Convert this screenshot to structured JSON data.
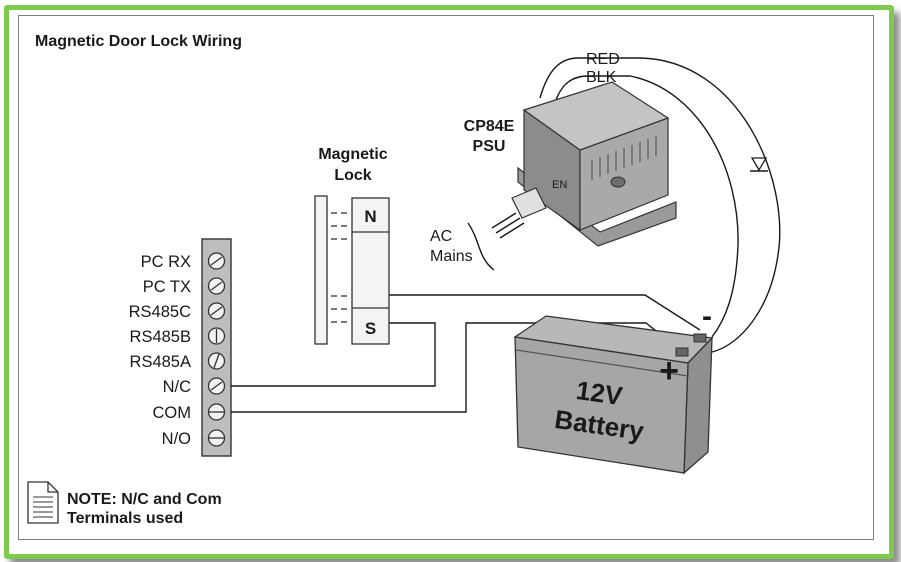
{
  "diagram": {
    "title": "Magnetic Door Lock Wiring",
    "terminals": [
      "PC RX",
      "PC TX",
      "RS485C",
      "RS485B",
      "RS485A",
      "N/C",
      "COM",
      "N/O"
    ],
    "lock": {
      "label_line1": "Magnetic",
      "label_line2": "Lock",
      "pin_n": "N",
      "pin_s": "S"
    },
    "psu": {
      "label_line1": "CP84E",
      "label_line2": "PSU",
      "wire_red": "RED",
      "wire_blk": "BLK",
      "marking": "EN",
      "ac_line1": "AC",
      "ac_line2": "Mains"
    },
    "battery": {
      "label_line1": "12V",
      "label_line2": "Battery",
      "negative": "-",
      "positive": "+"
    },
    "note": {
      "line1": "NOTE: N/C and Com",
      "line2": "Terminals used"
    }
  }
}
